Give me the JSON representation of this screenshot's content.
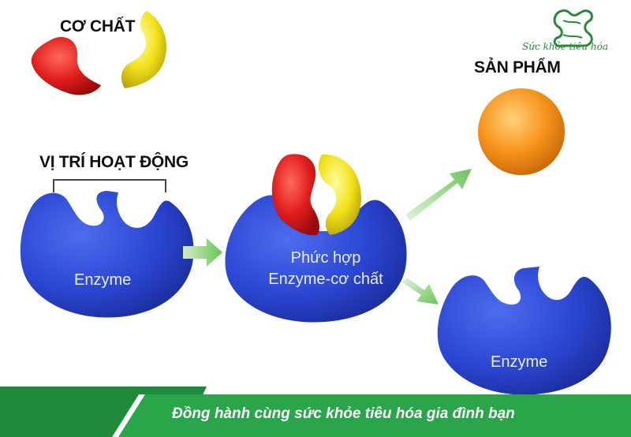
{
  "labels": {
    "substrate": "CƠ CHẤT",
    "active_site": "VỊ TRÍ HOẠT ĐỘNG",
    "product": "SẢN PHẨM"
  },
  "enzyme_labels": {
    "enzyme_start": "Enzyme",
    "complex_line1": "Phức hợp",
    "complex_line2": "Enzyme-cơ chất",
    "enzyme_end": "Enzyme"
  },
  "brand": {
    "name": "Sức khỏe tiêu hóa",
    "icon": "intestine-icon"
  },
  "footer": {
    "slogan": "Đồng hành cùng sức khỏe tiêu hóa gia đình bạn"
  },
  "colors": {
    "enzyme_blue": "#2f4fd6",
    "substrate_red": "#e01e1e",
    "substrate_yellow": "#f2e21c",
    "product_orange": "#f7941d",
    "arrow_green": "#7ccf6a",
    "footer_green": "#1f8a3a"
  }
}
